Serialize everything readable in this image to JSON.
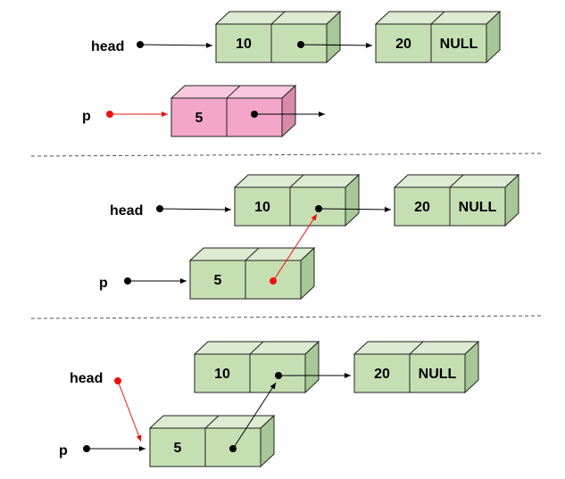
{
  "colors": {
    "node_fill": "#c5dfb3",
    "node_top": "#dcebd1",
    "node_side": "#a7c796",
    "node_stroke": "#222222",
    "pink_fill": "#f4a6c8",
    "pink_top": "#f8c9de",
    "pink_side": "#d98aab",
    "red": "#ee1111",
    "black": "#000000",
    "divider": "#555555"
  },
  "labels": {
    "head": "head",
    "p": "p"
  },
  "panels": [
    {
      "head_node": [
        "10",
        ""
      ],
      "tail_node": [
        "20",
        "NULL"
      ],
      "new_node": [
        "5",
        ""
      ]
    },
    {
      "head_node": [
        "10",
        ""
      ],
      "tail_node": [
        "20",
        "NULL"
      ],
      "new_node": [
        "5",
        ""
      ]
    },
    {
      "head_node": [
        "10",
        ""
      ],
      "tail_node": [
        "20",
        "NULL"
      ],
      "new_node": [
        "5",
        ""
      ]
    }
  ]
}
